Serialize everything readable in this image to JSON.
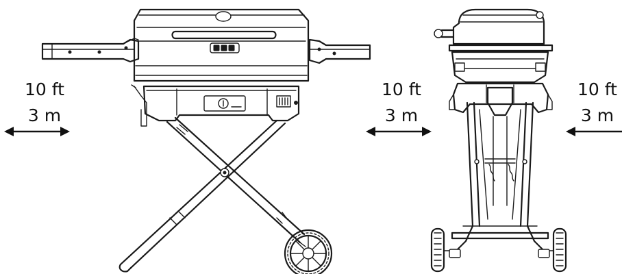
{
  "clearances": [
    {
      "id": "left",
      "distance_imperial": "10 ft",
      "distance_metric": "3 m",
      "arrow": "double-headed-horizontal"
    },
    {
      "id": "middle",
      "distance_imperial": "10 ft",
      "distance_metric": "3 m",
      "arrow": "double-headed-horizontal"
    },
    {
      "id": "right",
      "distance_imperial": "10 ft",
      "distance_metric": "3 m",
      "arrow": "left-pointing"
    }
  ],
  "icons": {
    "side_view": "grill-side-view-icon",
    "front_view": "grill-front-view-icon"
  },
  "colors": {
    "line": "#1a1a1a",
    "background": "#ffffff"
  }
}
